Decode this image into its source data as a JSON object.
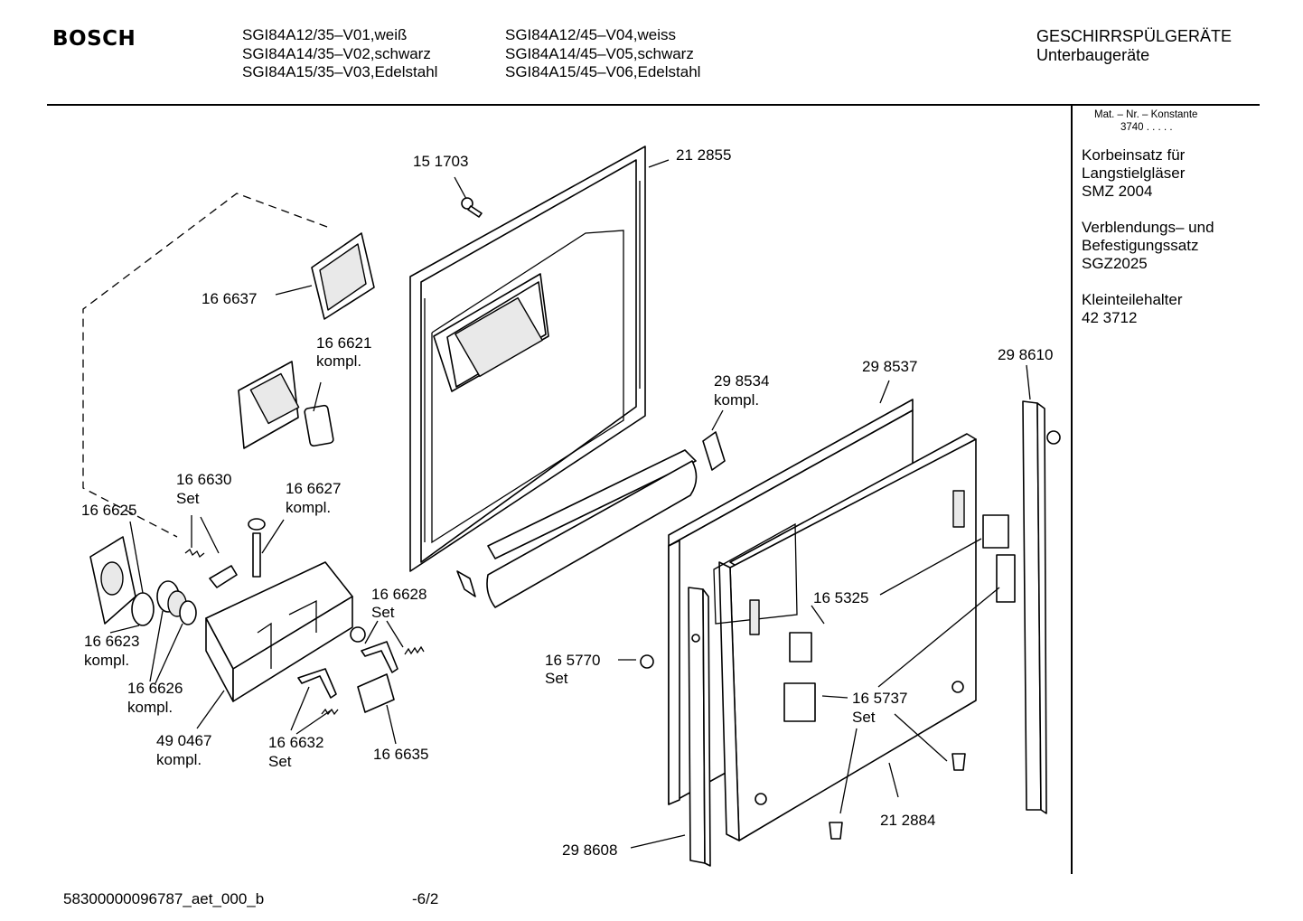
{
  "header": {
    "brand": "BOSCH",
    "models_col1": [
      "SGI84A12/35–V01,weiß",
      "SGI84A14/35–V02,schwarz",
      "SGI84A15/35–V03,Edelstahl"
    ],
    "models_col2": [
      "SGI84A12/45–V04,weiss",
      "SGI84A14/45–V05,schwarz",
      "SGI84A15/45–V06,Edelstahl"
    ],
    "category": "GESCHIRRSPÜLGERÄTE",
    "subcategory": "Unterbaugeräte"
  },
  "sidebar": {
    "mat_label": "Mat. – Nr. – Konstante",
    "mat_value": "3740  .  .  .  .  .",
    "accessories": [
      {
        "lines": [
          "Korbeinsatz für",
          "Langstielgläser",
          "SMZ 2004"
        ]
      },
      {
        "lines": [
          "Verblendungs– und",
          "Befestigungssatz",
          "SGZ2025"
        ]
      },
      {
        "lines": [
          "Kleinteilehalter",
          "42 3712"
        ]
      }
    ]
  },
  "parts": [
    {
      "number": "15 1703"
    },
    {
      "number": "21 2855"
    },
    {
      "number": "16 6637"
    },
    {
      "number": "16 6621",
      "note": "kompl."
    },
    {
      "number": "16 6630",
      "note": "Set"
    },
    {
      "number": "16 6627",
      "note": "kompl."
    },
    {
      "number": "16 6625"
    },
    {
      "number": "16 6623",
      "note": "kompl."
    },
    {
      "number": "16 6626",
      "note": "kompl."
    },
    {
      "number": "49 0467",
      "note": "kompl."
    },
    {
      "number": "16 6628",
      "note": "Set"
    },
    {
      "number": "16 6632",
      "note": "Set"
    },
    {
      "number": "16 6635"
    },
    {
      "number": "29 8534",
      "note": "kompl."
    },
    {
      "number": "29 8537"
    },
    {
      "number": "29 8610"
    },
    {
      "number": "16 5325"
    },
    {
      "number": "16 5770",
      "note": "Set"
    },
    {
      "number": "16 5737",
      "note": "Set"
    },
    {
      "number": "21 2884"
    },
    {
      "number": "29 8608"
    }
  ],
  "footer": {
    "doc_id": "58300000096787_aet_000_b",
    "page": "-6/2"
  }
}
